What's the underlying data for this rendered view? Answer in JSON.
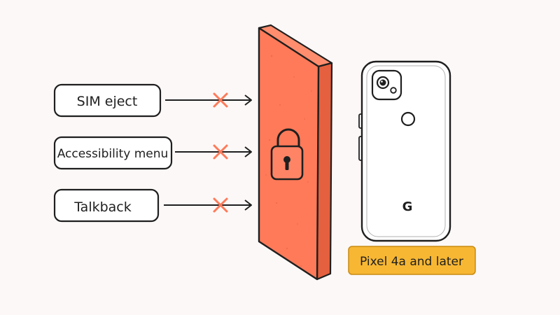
{
  "blocked_methods": [
    {
      "label": "SIM eject",
      "icon": "x-mark-icon"
    },
    {
      "label": "Accessibility menu",
      "icon": "x-mark-icon"
    },
    {
      "label": "Talkback",
      "icon": "x-mark-icon"
    }
  ],
  "barrier": {
    "icon": "padlock-icon",
    "color": "#ff7a59"
  },
  "phone": {
    "logo": "G"
  },
  "device_badge": {
    "label": "Pixel 4a and later",
    "color": "#f7b733"
  },
  "colors": {
    "cross": "#ff7a59",
    "ink": "#1f1f1f",
    "background": "#fcf8f7"
  }
}
